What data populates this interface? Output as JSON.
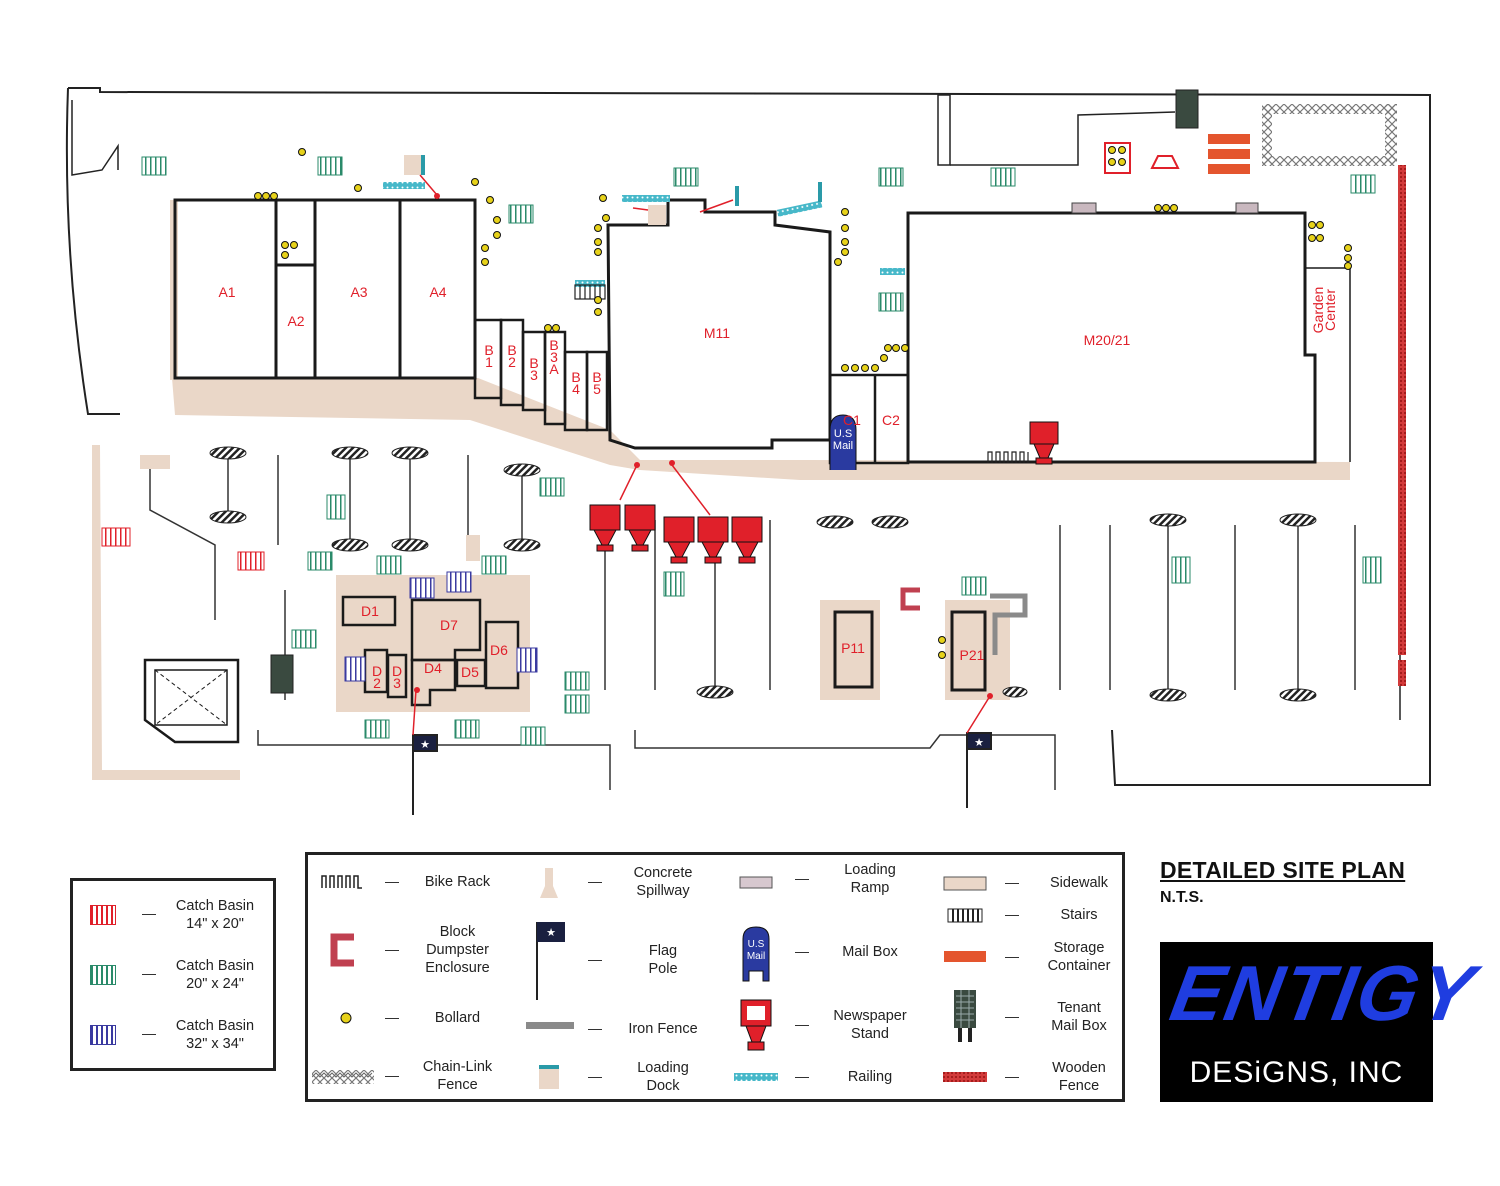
{
  "title": "DETAILED SITE PLAN",
  "scale_note": "N.T.S.",
  "logo": {
    "word": "ENTIGY",
    "sub": "DESiGNS, INC"
  },
  "units": {
    "a1": "A1",
    "a2": "A2",
    "a3": "A3",
    "a4": "A4",
    "b1": "B\n1",
    "b2": "B\n2",
    "b3": "B\n3",
    "b3a": "B\n3\nA",
    "b4": "B\n4",
    "b5": "B\n5",
    "m11": "M11",
    "m2021": "M20/21",
    "garden": "Garden\nCenter",
    "c1": "C1",
    "c2": "C2",
    "d1": "D1",
    "d2": "D\n2",
    "d3": "D\n3",
    "d4": "D4",
    "d5": "D5",
    "d6": "D6",
    "d7": "D7",
    "p11": "P11",
    "p21": "P21",
    "mailbox": "U.S\nMail"
  },
  "legend_catch": [
    {
      "label": "Catch Basin\n14\" x 20\"",
      "color": "#e0202a"
    },
    {
      "label": "Catch Basin\n20\" x 24\"",
      "color": "#2a8a6a"
    },
    {
      "label": "Catch Basin\n32\" x 34\"",
      "color": "#3a3aa0"
    }
  ],
  "legend_col1": [
    "Bike Rack",
    "Block\nDumpster\nEnclosure",
    "Bollard",
    "Chain-Link\nFence"
  ],
  "legend_col2": [
    "Concrete\nSpillway",
    "Flag\nPole",
    "Iron Fence",
    "Loading\nDock"
  ],
  "legend_col3": [
    "Loading\nRamp",
    "Mail Box",
    "Newspaper\nStand",
    "Railing"
  ],
  "legend_col4": [
    "Sidewalk",
    "Stairs",
    "Storage\nContainer",
    "Tenant\nMail Box",
    "Wooden\nFence"
  ],
  "colors": {
    "sidewalk": "#ead7c8",
    "red": "#e0202a",
    "green": "#2a8a6a",
    "blue": "#3a3aa0",
    "wall": "#1a1a1a"
  }
}
